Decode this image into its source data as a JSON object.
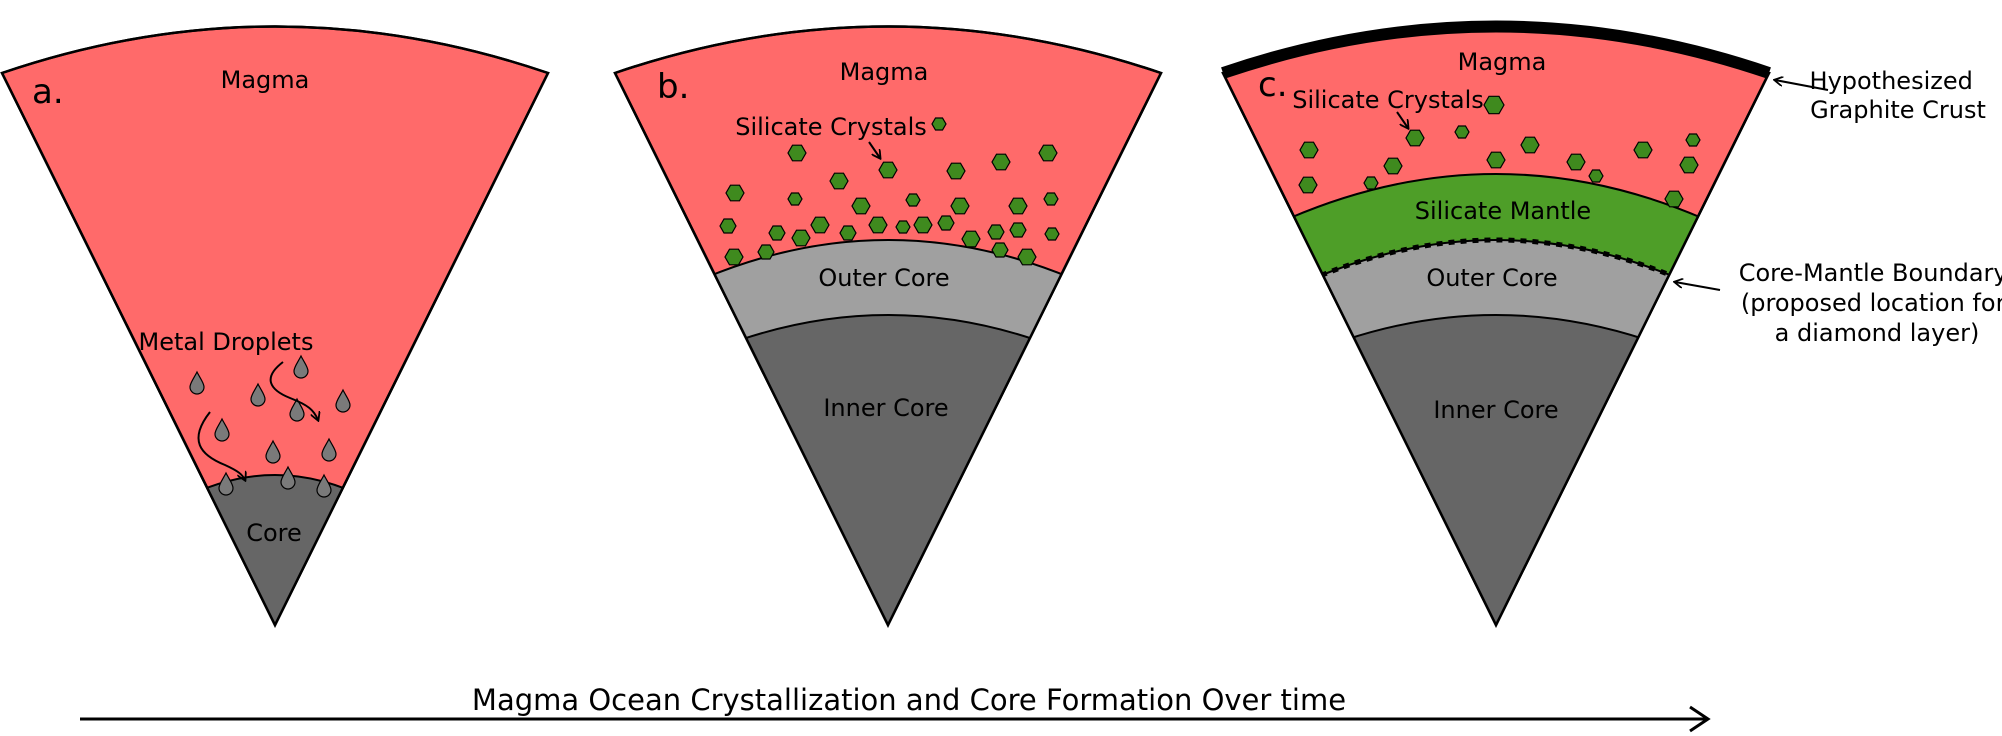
{
  "colors": {
    "magma": "#ff6a6a",
    "core_dark": "#666666",
    "outer_core": "#a0a0a0",
    "mantle": "#4e9e28",
    "crystal": "#3f8a1e",
    "droplet": "#7a7a7a",
    "outline": "#000000",
    "crust": "#000000"
  },
  "panels": {
    "a": {
      "letter": "a.",
      "magma_label": "Magma",
      "droplets_label": "Metal Droplets",
      "core_label": "Core"
    },
    "b": {
      "letter": "b.",
      "magma_label": "Magma",
      "crystals_label": "Silicate Crystals",
      "outer_core_label": "Outer Core",
      "inner_core_label": "Inner Core"
    },
    "c": {
      "letter": "c.",
      "magma_label": "Magma",
      "crystals_label": "Silicate Crystals",
      "mantle_label": "Silicate Mantle",
      "outer_core_label": "Outer Core",
      "inner_core_label": "Inner Core",
      "crust_annotation": [
        "Hypothesized",
        "Graphite Crust"
      ],
      "boundary_annotation": [
        "Core-Mantle Boundary",
        "(proposed location for",
        "a diamond layer)"
      ]
    }
  },
  "timeline_label": "Magma Ocean Crystallization and Core Formation Over time"
}
